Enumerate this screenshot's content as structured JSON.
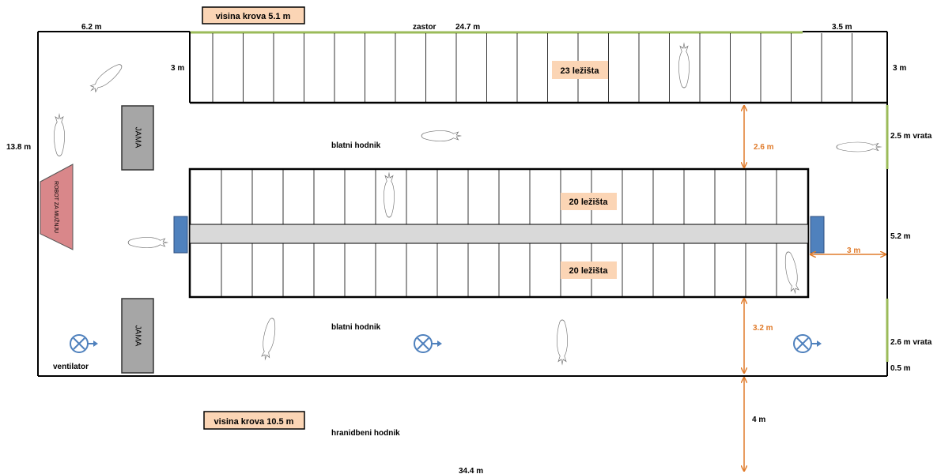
{
  "dimensions": {
    "top_left": "6.2 m",
    "top_mid": "24.7 m",
    "top_right": "3.5 m",
    "curtain": "zastor",
    "stall_depth_left": "3 m",
    "stall_depth_right": "3 m",
    "building_width": "13.8 m",
    "door_top": "2.5 m vrata",
    "middle_right": "5.2 m",
    "door_bottom": "2.6 m vrata",
    "gap_bottom": "0.5 m",
    "aisle_top": "2.6 m",
    "cross_aisle": "3 m",
    "aisle_bottom": "3.2 m",
    "feed_aisle": "4 m",
    "total_length": "34.4 m"
  },
  "roof": {
    "high": "visina krova 5.1 m",
    "low": "visina krova 10.5 m"
  },
  "stalls": {
    "top_row": "23 ležišta",
    "mid_upper": "20 ležišta",
    "mid_lower": "20 ležišta"
  },
  "aisles": {
    "mud_top": "blatni hodnik",
    "mud_bottom": "blatni hodnik",
    "feed": "hranidbeni hodnik"
  },
  "equipment": {
    "pit_top": "JAMA",
    "pit_bottom": "JAMA",
    "robot": "ROBOT ZA MUŽNJU",
    "fan_label": "ventilator"
  },
  "colors": {
    "wall": "#000000",
    "curtain_door": "#9bbb59",
    "dimension": "#e07b2b",
    "label_box": "#fbd5b5",
    "pit": "#a6a6a6",
    "robot": "#d9878a",
    "feeder": "#d9d9d9",
    "water_trough": "#4f81bd",
    "fan": "#4f81bd"
  }
}
